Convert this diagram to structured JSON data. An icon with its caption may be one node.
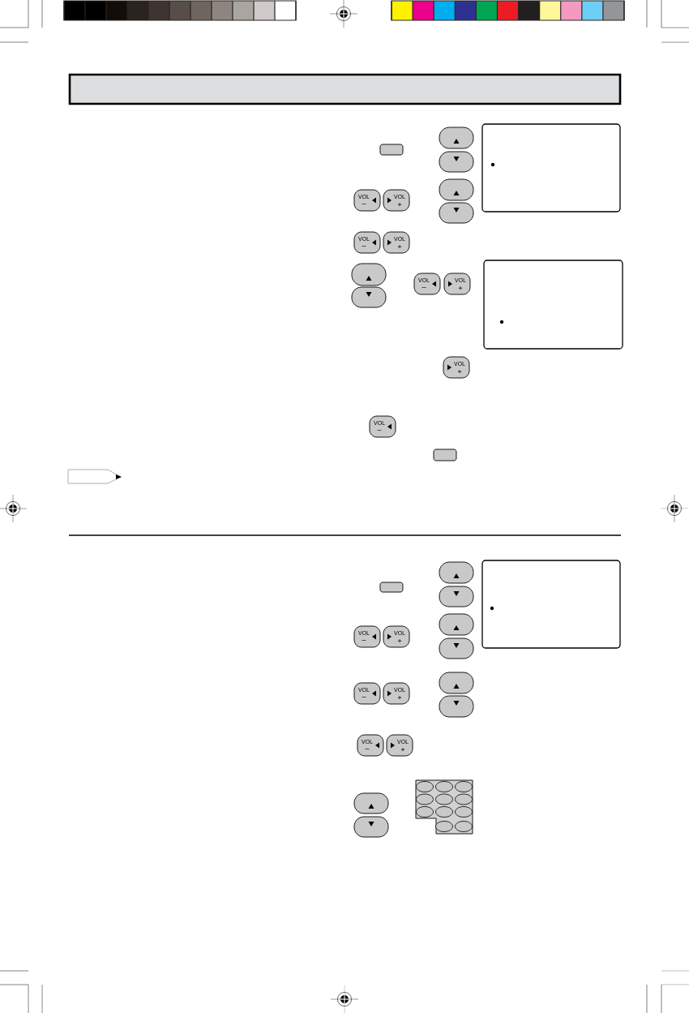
{
  "diagram": {
    "nodes": [
      {
        "text": [
          "VOL",
          "–"
        ]
      },
      {
        "text": [
          "VOL",
          "+"
        ]
      },
      {
        "text": [
          "VOL",
          "–"
        ]
      },
      {
        "text": [
          "VOL",
          "+"
        ]
      },
      {
        "text": [
          "VOL",
          "–"
        ]
      },
      {
        "text": [
          "VOL",
          "+"
        ]
      },
      {
        "text": [
          "VOL",
          "+"
        ]
      },
      {
        "text": [
          "VOL",
          "–"
        ]
      },
      {
        "text": [
          "VOL",
          "–"
        ]
      },
      {
        "text": [
          "VOL",
          "+"
        ]
      },
      {
        "text": [
          "VOL",
          "–"
        ]
      },
      {
        "text": [
          "VOL",
          "+"
        ]
      },
      {
        "text": [
          "VOL",
          "–"
        ]
      },
      {
        "text": [
          "VOL",
          "+"
        ]
      }
    ]
  }
}
